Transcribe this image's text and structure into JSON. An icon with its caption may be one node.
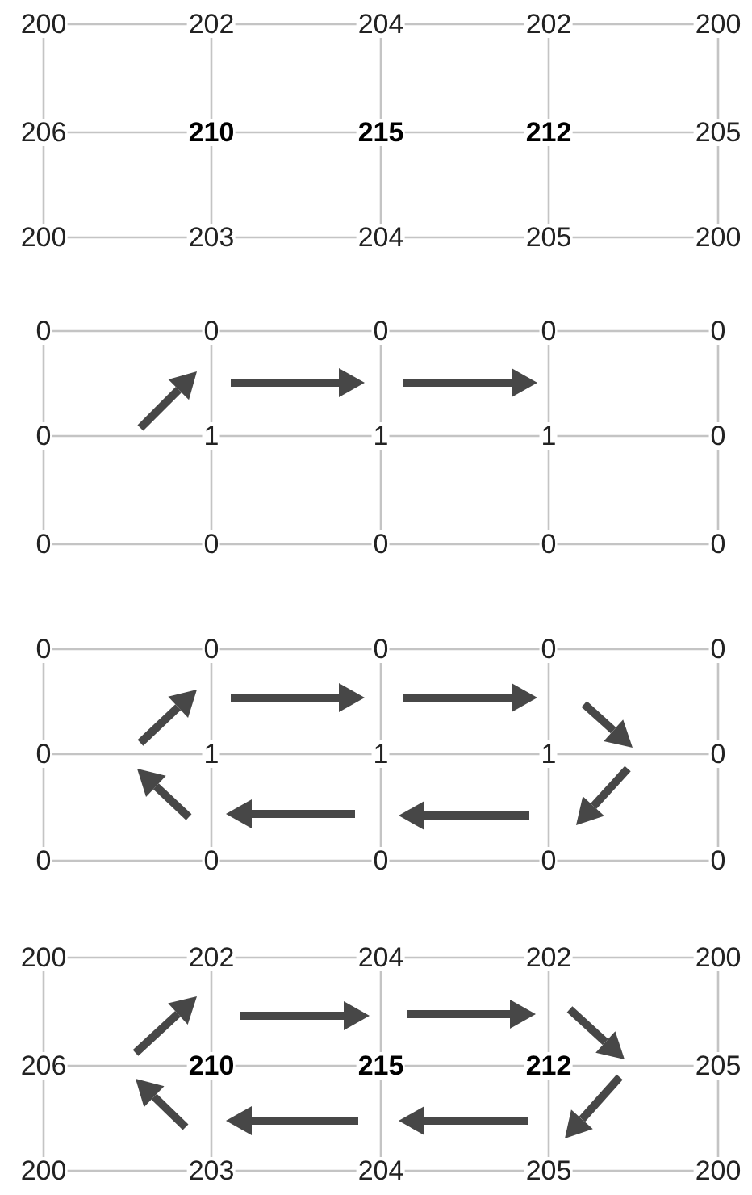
{
  "diagram": {
    "labels": [
      "200",
      "202",
      "204",
      "202",
      "200",
      "206",
      "210",
      "215",
      "212",
      "205",
      "200",
      "203",
      "204",
      "205",
      "200",
      "0",
      "0",
      "0",
      "0",
      "0",
      "0",
      "1",
      "1",
      "1",
      "0",
      "0",
      "0",
      "0",
      "0",
      "0",
      "0",
      "0",
      "0",
      "0",
      "0",
      "0",
      "1",
      "1",
      "1",
      "0",
      "0",
      "0",
      "0",
      "0",
      "0",
      "200",
      "202",
      "204",
      "202",
      "200",
      "206",
      "210",
      "215",
      "212",
      "205",
      "200",
      "203",
      "204",
      "205",
      "200"
    ]
  }
}
